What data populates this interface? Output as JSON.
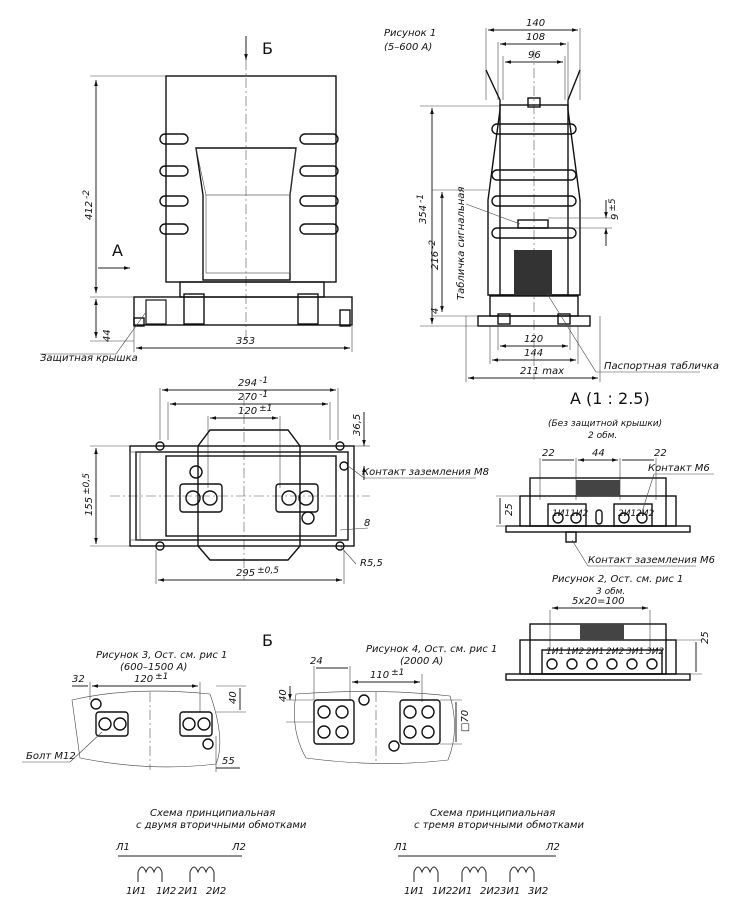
{
  "views": {
    "b_arrow_label": "Б",
    "a_arrow_label": "А",
    "fig1_title": "Рисунок 1",
    "fig1_range": "(5–600 А)",
    "a_view_title": "А (1 : 2.5)",
    "a_view_note": "(Без защитной крышки)",
    "a_view_windings": "2 обм.",
    "fig2_title": "Рисунок 2, Ост. см. рис 1",
    "fig2_windings": "3 обм.",
    "b_view_title": "Б",
    "fig3_title": "Рисунок 3, Ост. см. рис 1",
    "fig3_range": "(600–1500 А)",
    "fig4_title": "Рисунок 4, Ост. см. рис 1",
    "fig4_range": "(2000 А)"
  },
  "dimensions": {
    "d412": "412",
    "d412_tol": "-2",
    "d44": "44",
    "d353": "353",
    "d140": "140",
    "d108": "108",
    "d96": "96",
    "d354": "354",
    "d354_tol": "-1",
    "d216": "216",
    "d216_tol": "-2",
    "d4": "4",
    "d9": "9",
    "d9_tol": "±5",
    "d120": "120",
    "d144": "144",
    "d211": "211 max",
    "d294": "294",
    "d294_tol": "-1",
    "d270": "270",
    "d270_tol": "-1",
    "d120b": "120",
    "d120b_tol": "±1",
    "d36": "36,5",
    "d155": "155",
    "d155_tol": "±0,5",
    "d8": "8",
    "dR55": "R5,5",
    "d295": "295",
    "d295_tol": "±0,5",
    "d22a": "22",
    "d44a": "44",
    "d22b": "22",
    "d25a": "25",
    "d5x20": "5х20=100",
    "d25b": "25",
    "d32": "32",
    "d120c": "120",
    "d120c_tol": "±1",
    "d40a": "40",
    "d55": "55",
    "d24": "24",
    "d110": "110",
    "d110_tol": "±1",
    "d40b": "40",
    "d70": "□70"
  },
  "callouts": {
    "protective_cover": "Защитная крышка",
    "signal_plate": "Табличка сигнальная",
    "passport_plate": "Паспортная табличка",
    "ground_m8": "Контакт заземления М8",
    "contact_m6": "Контакт М6",
    "ground_m6": "Контакт заземления М6",
    "bolt_m12": "Болт М12"
  },
  "terminals": {
    "two_winding": [
      "1И1",
      "1И2",
      "2И1",
      "2И2"
    ],
    "three_winding": [
      "1И1",
      "1И2",
      "2И1",
      "2И2",
      "3И1",
      "3И2"
    ],
    "l1": "Л1",
    "l2": "Л2"
  },
  "schemes": {
    "scheme1_title": "Схема принципиальная",
    "scheme1_sub": "с двумя вторичными обмотками",
    "scheme2_title": "Схема принципиальная",
    "scheme2_sub": "с тремя вторичными обмотками"
  }
}
